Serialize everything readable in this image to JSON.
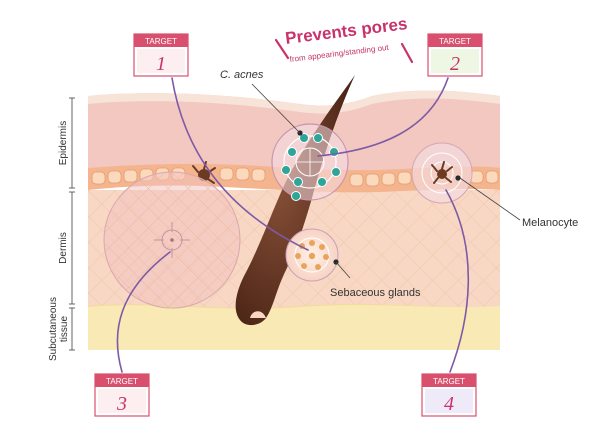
{
  "header": {
    "title": "Prevents pores",
    "subtitle": "from appearing/standing out"
  },
  "layers": {
    "epidermis": "Epidermis",
    "dermis": "Dermis",
    "subcutaneous_1": "Subcutaneous",
    "subcutaneous_2": "tissue"
  },
  "labels": {
    "c_acnes": "C. acnes",
    "melanocyte": "Melanocyte",
    "sebaceous_glands": "Sebaceous glands"
  },
  "targets": [
    {
      "label": "TARGET",
      "number": "1"
    },
    {
      "label": "TARGET",
      "number": "2"
    },
    {
      "label": "TARGET",
      "number": "3"
    },
    {
      "label": "TARGET",
      "number": "4"
    }
  ],
  "colors": {
    "accent": "#c8336b",
    "target_frame": "#d9506f",
    "connector": "#7e5aa6",
    "hair": "#5a3020",
    "epidermis": "#f2c8c0",
    "dermis": "#f8d8c4",
    "subcutaneous": "#f8e9b5",
    "bacteria": "#2fa59a"
  }
}
